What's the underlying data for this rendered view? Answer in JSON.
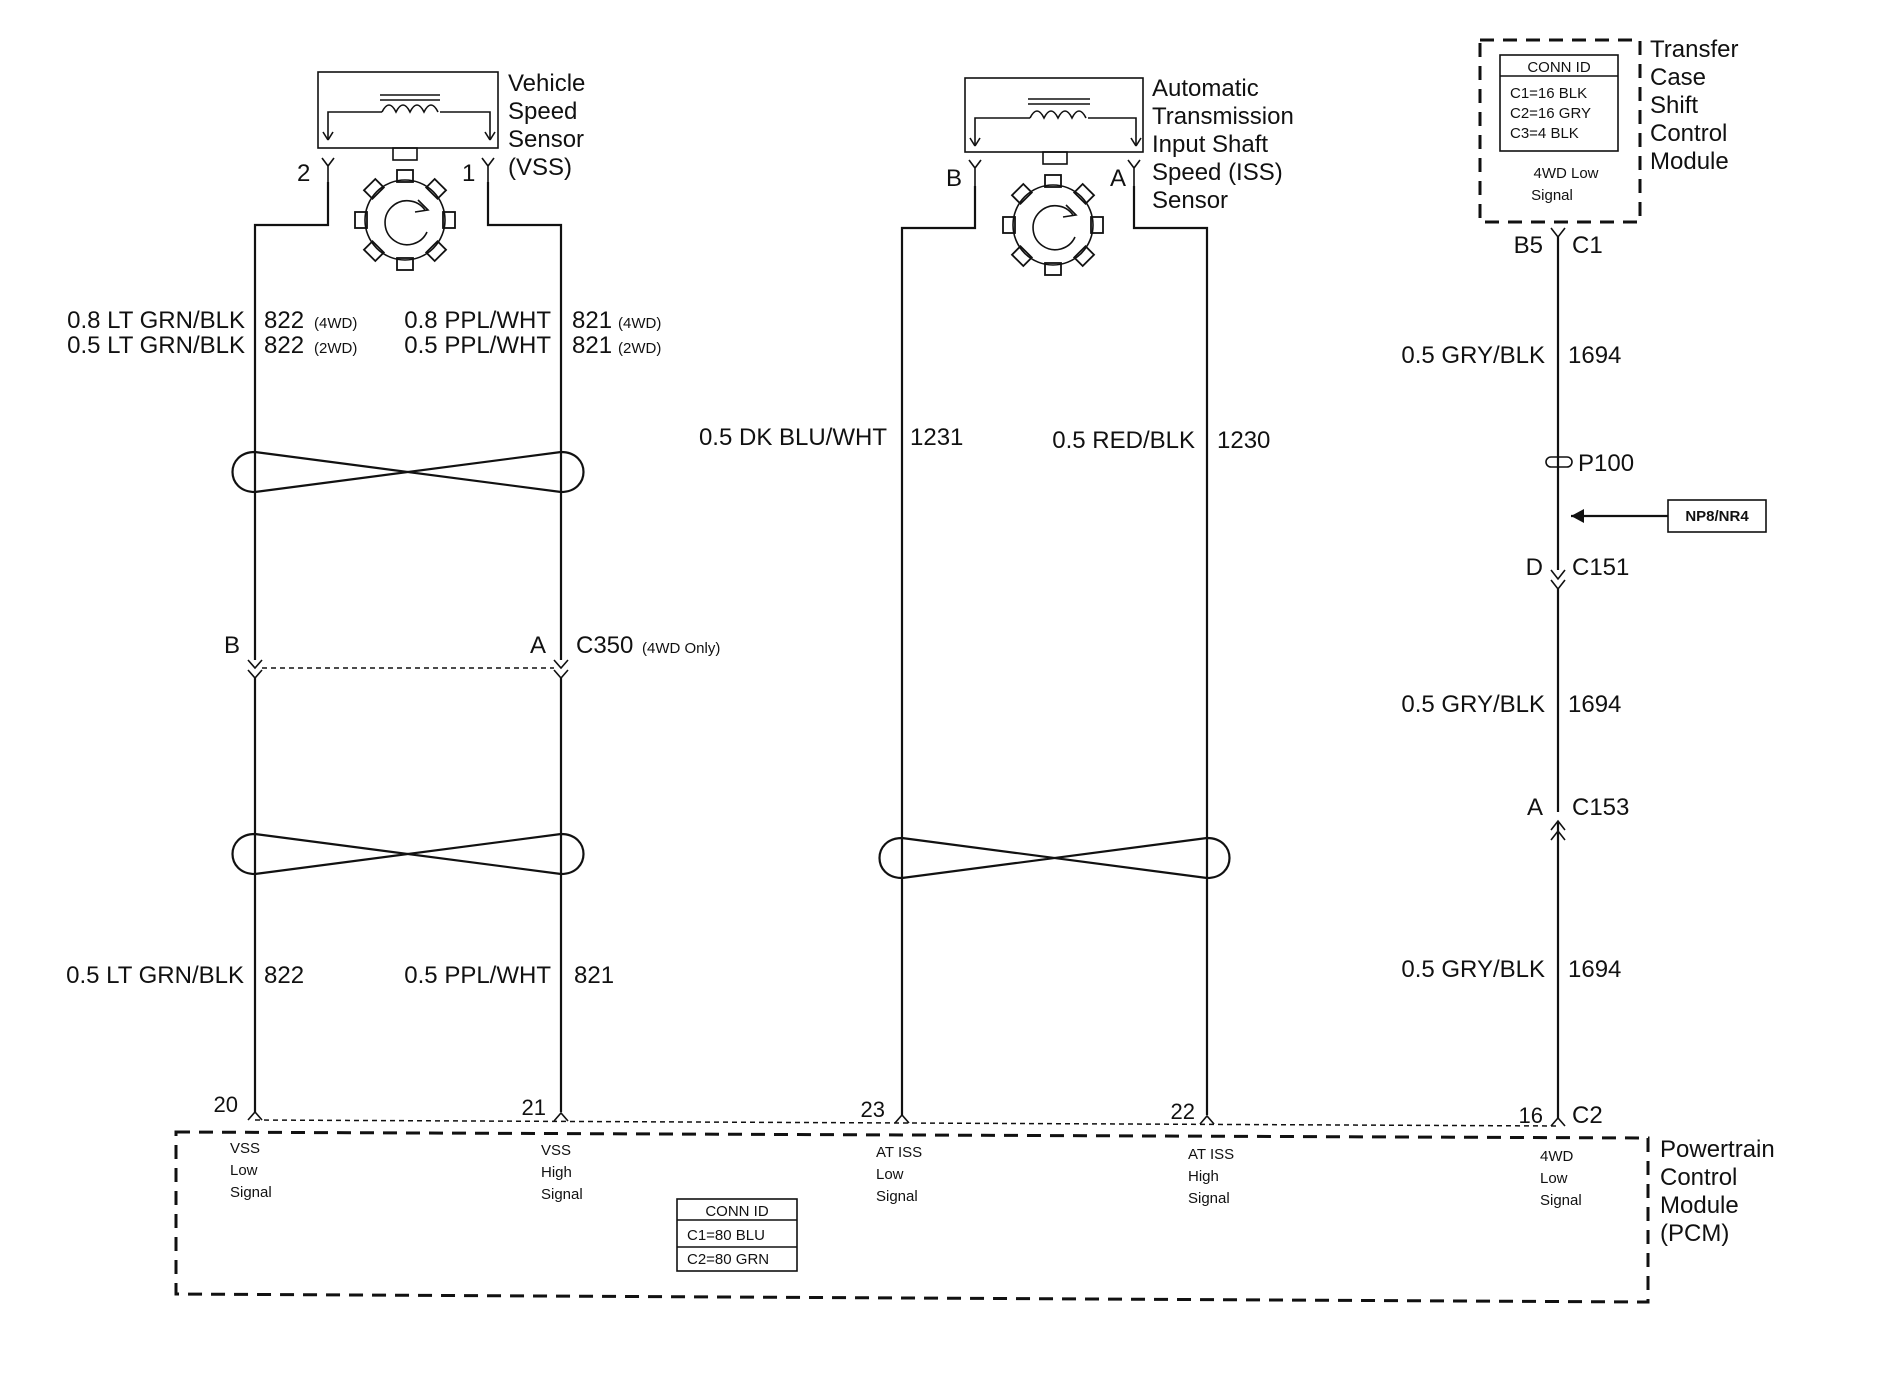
{
  "vss": {
    "name_lines": [
      "Vehicle",
      "Speed",
      "Sensor",
      "(VSS)"
    ],
    "pin_left": "2",
    "pin_right": "1",
    "wire_left_4wd": {
      "label": "0.8 LT GRN/BLK",
      "circuit": "822",
      "note": "(4WD)"
    },
    "wire_left_2wd": {
      "label": "0.5 LT GRN/BLK",
      "circuit": "822",
      "note": "(2WD)"
    },
    "wire_right_4wd": {
      "label": "0.8 PPL/WHT",
      "circuit": "821",
      "note": "(4WD)"
    },
    "wire_right_2wd": {
      "label": "0.5 PPL/WHT",
      "circuit": "821",
      "note": "(2WD)"
    },
    "wire_left_low": {
      "label": "0.5 LT GRN/BLK",
      "circuit": "822"
    },
    "wire_right_low": {
      "label": "0.5 PPL/WHT",
      "circuit": "821"
    }
  },
  "c350": {
    "pin_left": "B",
    "pin_right": "A",
    "name": "C350",
    "note": "(4WD Only)"
  },
  "iss": {
    "name_lines": [
      "Automatic",
      "Transmission",
      "Input Shaft",
      "Speed (ISS)",
      "Sensor"
    ],
    "pin_left": "B",
    "pin_right": "A",
    "wire_left": {
      "label": "0.5 DK BLU/WHT",
      "circuit": "1231"
    },
    "wire_right": {
      "label": "0.5 RED/BLK",
      "circuit": "1230"
    }
  },
  "tcscm": {
    "name_lines": [
      "Transfer",
      "Case",
      "Shift",
      "Control",
      "Module"
    ],
    "conn_id": {
      "title": "CONN ID",
      "rows": [
        "C1=16 BLK",
        "C2=16 GRY",
        "C3=4 BLK"
      ]
    },
    "signal_lines": [
      "4WD Low",
      "Signal"
    ],
    "pin": "B5",
    "connector": "C1",
    "wire1": {
      "label": "0.5 GRY/BLK",
      "circuit": "1694"
    },
    "splice": "P100",
    "option_box": "NP8/NR4",
    "c151": {
      "pin": "D",
      "name": "C151"
    },
    "wire2": {
      "label": "0.5 GRY/BLK",
      "circuit": "1694"
    },
    "c153": {
      "pin": "A",
      "name": "C153"
    },
    "wire3": {
      "label": "0.5 GRY/BLK",
      "circuit": "1694"
    }
  },
  "pcm": {
    "name_lines": [
      "Powertrain",
      "Control",
      "Module",
      "(PCM)"
    ],
    "connector": "C2",
    "pins": [
      {
        "num": "20",
        "lines": [
          "VSS",
          "Low",
          "Signal"
        ]
      },
      {
        "num": "21",
        "lines": [
          "VSS",
          "High",
          "Signal"
        ]
      },
      {
        "num": "23",
        "lines": [
          "AT ISS",
          "Low",
          "Signal"
        ]
      },
      {
        "num": "22",
        "lines": [
          "AT ISS",
          "High",
          "Signal"
        ]
      },
      {
        "num": "16",
        "lines": [
          "4WD",
          "Low",
          "Signal"
        ]
      }
    ],
    "conn_id": {
      "title": "CONN ID",
      "rows": [
        "C1=80 BLU",
        "C2=80 GRN"
      ]
    }
  }
}
